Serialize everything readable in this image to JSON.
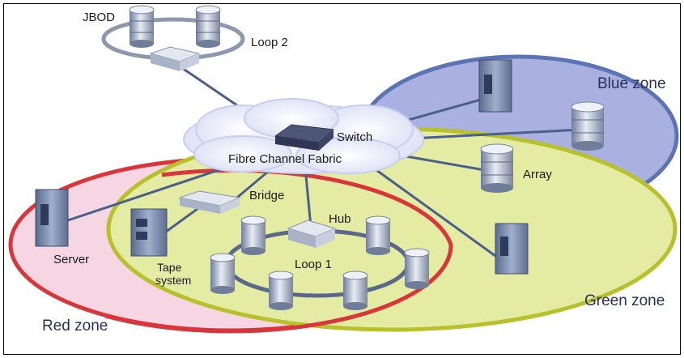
{
  "labels": {
    "jbod": "JBOD",
    "loop2": "Loop 2",
    "blue_zone": "Blue zone",
    "switch": "Switch",
    "fabric": "Fibre Channel Fabric",
    "array": "Array",
    "bridge": "Bridge",
    "hub": "Hub",
    "server": "Server",
    "tape1": "Tape",
    "tape2": "system",
    "loop1": "Loop 1",
    "green_zone": "Green zone",
    "red_zone": "Red zone"
  },
  "colors": {
    "blue_zone_fill": "#aab0e0",
    "blue_zone_edge": "#5b74b4",
    "green_zone_fill": "#e4eca4",
    "green_zone_edge": "#b8c02c",
    "red_zone_fill": "#f6d6e2",
    "red_zone_edge": "#d8363a",
    "link": "#4a5f8a",
    "cloud": "#eef0fb"
  }
}
